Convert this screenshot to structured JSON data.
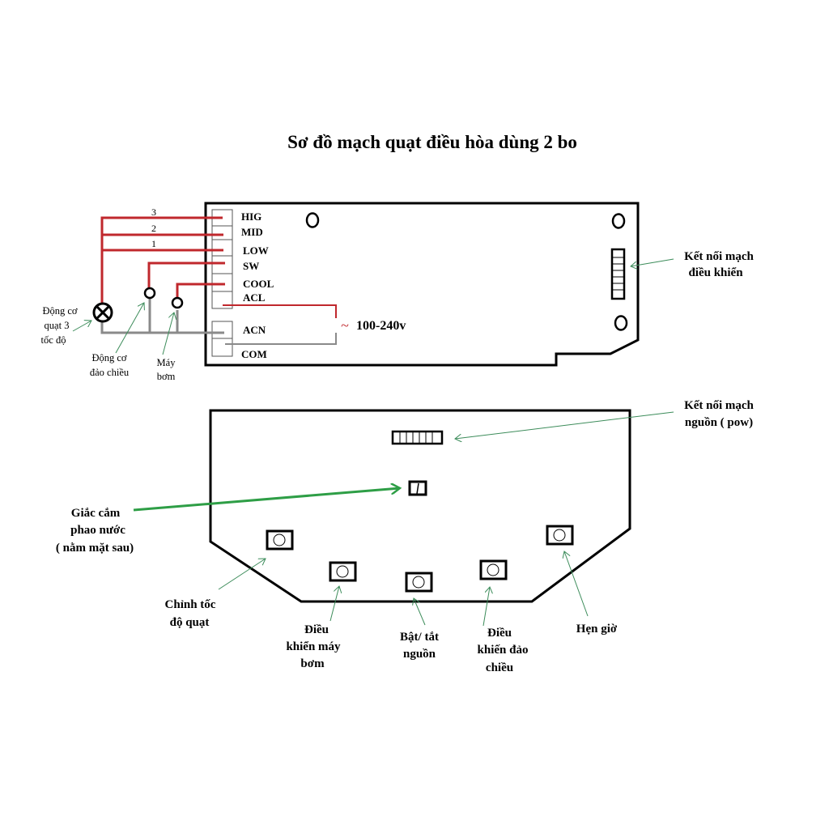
{
  "title": "Sơ đồ mạch quạt điều hòa dùng 2 bo",
  "colors": {
    "live_wire": "#c0282d",
    "neutral_wire": "#8a8a8a",
    "annotation_arrow": "#3c8c5a",
    "float_arrow": "#2e9e46",
    "outline": "#000000"
  },
  "power_board": {
    "pins": [
      "HIG",
      "MID",
      "LOW",
      "SW",
      "COOL",
      "ACL"
    ],
    "neutral_pins": [
      "ACN",
      "COM"
    ],
    "wire_numbers": [
      "3",
      "2",
      "1"
    ],
    "supply_symbol": "~",
    "supply_voltage": "100-240v",
    "components": {
      "fan_motor": "Động cơ quạt 3 tốc độ",
      "swing_motor": "Động cơ đảo chiều",
      "pump": "Máy bơm"
    },
    "control_connector_label": "Kết nối mạch điều khiển"
  },
  "control_board": {
    "power_connector_label": "Kết nối mạch nguồn ( pow)",
    "float_socket_label": "Giắc cắm phao nước ( nằm mặt sau)",
    "buttons": [
      {
        "label": "Chỉnh tốc độ quạt"
      },
      {
        "label": "Điều khiển máy bơm"
      },
      {
        "label": "Bật/ tắt nguồn"
      },
      {
        "label": "Điều khiến đảo chiều"
      },
      {
        "label": "Hẹn giờ"
      }
    ]
  },
  "text": {
    "fan_motor_l1": "Động cơ",
    "fan_motor_l2": "quạt 3",
    "fan_motor_l3": "tốc độ",
    "swing_l1": "Động cơ",
    "swing_l2": "đảo chiều",
    "pump_l1": "Máy",
    "pump_l2": "bơm",
    "ctrl_conn_l1": "Kết nối mạch",
    "ctrl_conn_l2": "điều khiển",
    "pow_conn_l1": "Kết nối mạch",
    "pow_conn_l2": "nguồn ( pow)",
    "float_l1": "Giắc cắm",
    "float_l2": "phao nước",
    "float_l3": "( nằm mặt sau)",
    "speed_l1": "Chỉnh tốc",
    "speed_l2": "độ quạt",
    "pump_btn_l1": "Điều",
    "pump_btn_l2": "khiển máy",
    "pump_btn_l3": "bơm",
    "power_btn_l1": "Bật/ tắt",
    "power_btn_l2": "nguồn",
    "swing_btn_l1": "Điều",
    "swing_btn_l2": "khiến đảo",
    "swing_btn_l3": "chiều",
    "timer_l1": "Hẹn giờ"
  }
}
